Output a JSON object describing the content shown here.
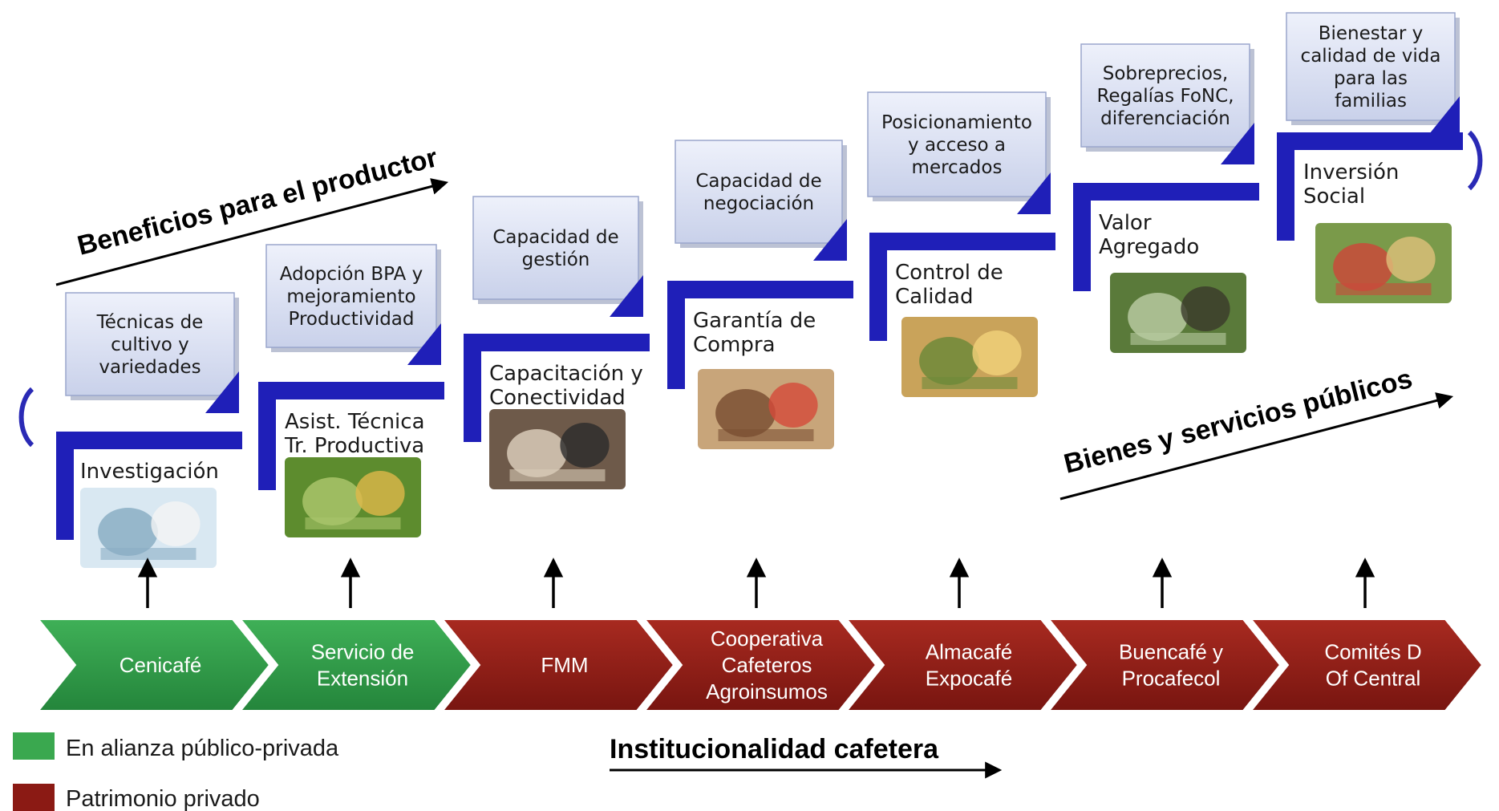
{
  "trends": {
    "producer_benefits": "Beneficios para el productor",
    "public_goods": "Bienes y servicios públicos",
    "institutionality": "Institucionalidad cafetera"
  },
  "legend": [
    {
      "label": "En alianza público-privada",
      "color": "#3aa84f"
    },
    {
      "label": "Patrimonio privado",
      "color": "#8b1a14"
    }
  ],
  "colors": {
    "step_blue": "#1f1fb8",
    "benefit_box": "#d8deef",
    "public_private": "#2e9a46",
    "private": "#8b1a14"
  },
  "stages": [
    {
      "benefit": [
        "Técnicas de",
        "cultivo y",
        "variedades"
      ],
      "service": [
        "Investigación"
      ],
      "institution": [
        "Cenicafé"
      ],
      "type": "public_private",
      "photo": "researcher-lab-photo"
    },
    {
      "benefit": [
        "Adopción BPA y",
        "mejoramiento",
        "Productividad"
      ],
      "service": [
        "Asist. Técnica",
        "Tr. Productiva"
      ],
      "institution": [
        "Servicio de",
        "Extensión"
      ],
      "type": "public_private",
      "photo": "farmers-field-photo"
    },
    {
      "benefit": [
        "Capacidad de",
        "gestión"
      ],
      "service": [
        "Capacitación y",
        "Conectividad"
      ],
      "institution": [
        "FMM"
      ],
      "type": "private",
      "photo": "students-computer-photo"
    },
    {
      "benefit": [
        "Capacidad de",
        "negociación"
      ],
      "service": [
        "Garantía de",
        "Compra"
      ],
      "institution": [
        "Cooperativa",
        "Cafeteros",
        "Agroinsumos"
      ],
      "type": "private",
      "photo": "coffee-purchase-photo"
    },
    {
      "benefit": [
        "Posicionamiento",
        "y acceso a",
        "mercados"
      ],
      "service": [
        "Control de",
        "Calidad"
      ],
      "institution": [
        "Almacafé",
        "Expocafé"
      ],
      "type": "private",
      "photo": "warehouse-photo"
    },
    {
      "benefit": [
        "Sobreprecios,",
        "Regalías FoNC,",
        "diferenciación"
      ],
      "service": [
        "Valor",
        "Agregado"
      ],
      "institution": [
        "Buencafé y",
        "Procafecol"
      ],
      "type": "private",
      "photo": "coffee-tasting-photo"
    },
    {
      "benefit": [
        "Bienestar y",
        "calidad de vida",
        "para las",
        "familias"
      ],
      "service": [
        "Inversión",
        "Social"
      ],
      "institution": [
        "Comités D",
        "Of Central"
      ],
      "type": "private",
      "photo": "community-group-photo"
    }
  ]
}
